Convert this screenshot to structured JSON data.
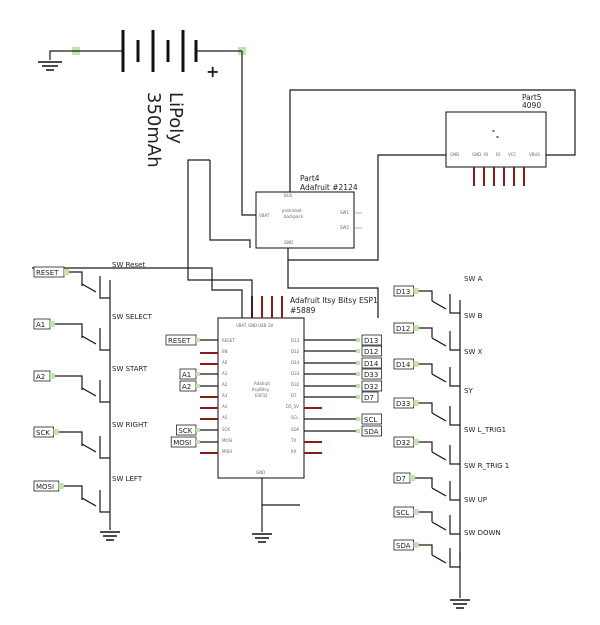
{
  "battery": {
    "name": "LiPoly",
    "capacity": "350mAh",
    "plus_sign": "+"
  },
  "parts": {
    "part4": {
      "ref": "Part4",
      "name": "Adafruit #2124",
      "inner_label_1": "protrinket",
      "inner_label_2": "backpack",
      "pins_left": [
        "VBAT"
      ],
      "pins_right": [
        "SW1",
        "SW2"
      ],
      "pins_top": [
        "BUS"
      ],
      "pins_bottom": [
        "GND"
      ]
    },
    "part5": {
      "ref": "Part5",
      "name": "4090",
      "pins_left": [
        "GND"
      ],
      "pins_right": [
        "VBUS"
      ],
      "pins_center": [
        "GND",
        "IO",
        "IO",
        "VCC"
      ]
    },
    "esp": {
      "ref": "Adafruit Itsy Bitsy ESP1",
      "name": "#5889",
      "inner_title_1": "Adafruit",
      "inner_title_2": "ItsyBitsy",
      "inner_title_3": "ESP32",
      "pins_top": [
        "VBAT",
        "GND",
        "USB",
        "3V"
      ],
      "pins_left": [
        "RESET",
        "EN",
        "A0",
        "A1",
        "A2",
        "A3",
        "A4",
        "A5",
        "SCK",
        "MOSI",
        "MISO"
      ],
      "pins_right": [
        "D13",
        "D12",
        "D14",
        "D33",
        "D32",
        "D7",
        "D5_5V",
        "SCL",
        "SDA",
        "TX",
        "RX"
      ],
      "pins_bottom": [
        "GND"
      ]
    }
  },
  "left_switches": [
    {
      "net": "RESET",
      "label": "SW Reset"
    },
    {
      "net": "A1",
      "label": "SW SELECT"
    },
    {
      "net": "A2",
      "label": "SW START"
    },
    {
      "net": "SCK",
      "label": "SW RIGHT"
    },
    {
      "net": "MOSI",
      "label": "SW LEFT"
    }
  ],
  "right_switches": [
    {
      "net": "D13",
      "label": "SW A"
    },
    {
      "net": "D12",
      "label": "SW B"
    },
    {
      "net": "D14",
      "label": "SW X"
    },
    {
      "net": "D33",
      "label": "SY"
    },
    {
      "net": "D32",
      "label": "SW L_TRIG1"
    },
    {
      "net": "D7",
      "label": "SW R_TRIG 1"
    },
    {
      "net": "SCL",
      "label": "SW UP"
    },
    {
      "net": "SDA",
      "label": "SW DOWN"
    }
  ],
  "esp_left_nets": [
    "RESET",
    "A1",
    "A2",
    "SCK",
    "MOSI"
  ],
  "esp_right_nets": [
    "D13",
    "D12",
    "D14",
    "D33",
    "D32",
    "D7",
    "SCL",
    "SDA"
  ],
  "colors": {
    "wire": "#1a1a1a",
    "pad": "#bfe6a8",
    "header_pin": "#8b1a1a"
  }
}
